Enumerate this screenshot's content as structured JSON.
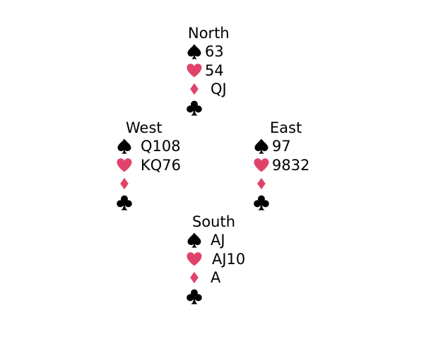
{
  "colors": {
    "black_suit": "#000000",
    "red_suit": "#e0436a",
    "background": "#ffffff"
  },
  "hands": {
    "north": {
      "name": "North",
      "spades": "63",
      "hearts": "54",
      "diamonds": "QJ",
      "clubs": ""
    },
    "west": {
      "name": "West",
      "spades": "Q108",
      "hearts": "KQ76",
      "diamonds": "",
      "clubs": ""
    },
    "east": {
      "name": "East",
      "spades": "97",
      "hearts": "9832",
      "diamonds": "",
      "clubs": ""
    },
    "south": {
      "name": "South",
      "spades": "AJ",
      "hearts": "AJ10",
      "diamonds": "A",
      "clubs": ""
    }
  },
  "suit_icons": [
    "spade-icon",
    "heart-icon",
    "diamond-icon",
    "club-icon"
  ]
}
